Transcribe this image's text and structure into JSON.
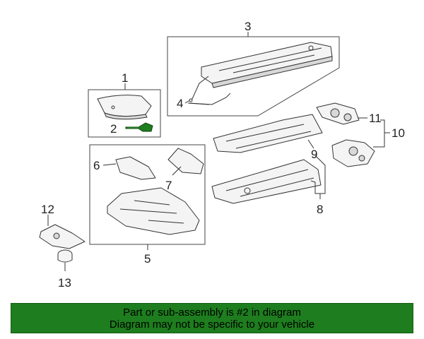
{
  "callouts": {
    "c1": "1",
    "c2": "2",
    "c3": "3",
    "c4": "4",
    "c5": "5",
    "c6": "6",
    "c7": "7",
    "c8": "8",
    "c9": "9",
    "c10": "10",
    "c11": "11",
    "c12": "12",
    "c13": "13"
  },
  "banner": {
    "line1": "Part or sub-assembly is #2 in diagram",
    "line2": "Diagram may not be specific to your vehicle"
  },
  "colors": {
    "highlight": "#1e7d1e",
    "banner_bg": "#1e7d1e"
  }
}
